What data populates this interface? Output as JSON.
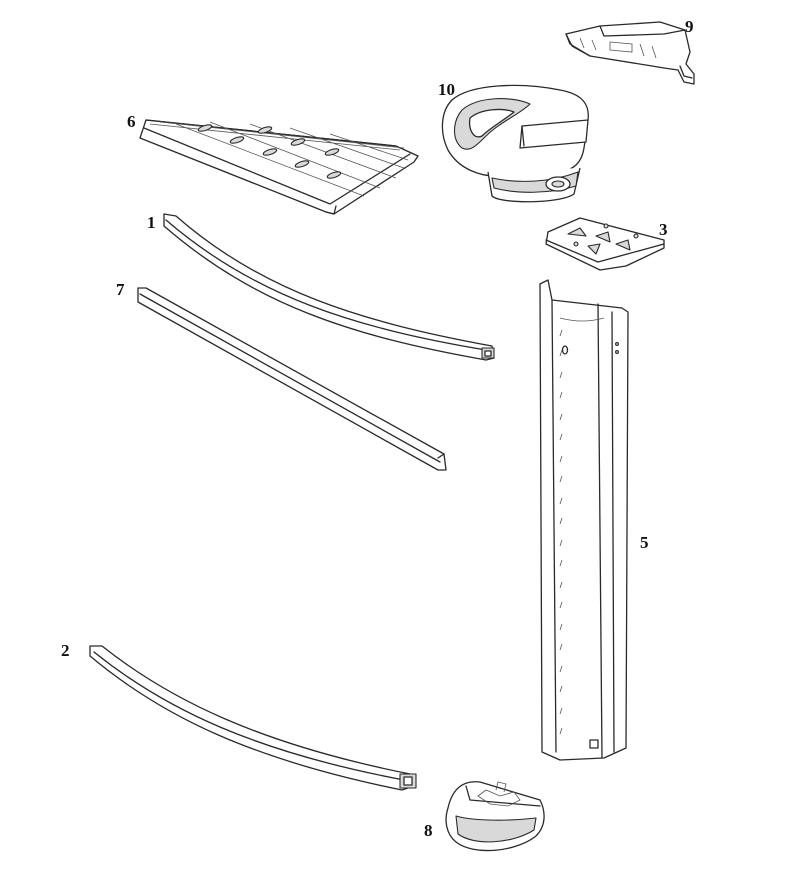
{
  "diagram": {
    "labels": {
      "part_1": "1",
      "part_2": "2",
      "part_3": "3",
      "part_5": "5",
      "part_6": "6",
      "part_7": "7",
      "part_8": "8",
      "part_9": "9",
      "part_10": "10"
    }
  }
}
